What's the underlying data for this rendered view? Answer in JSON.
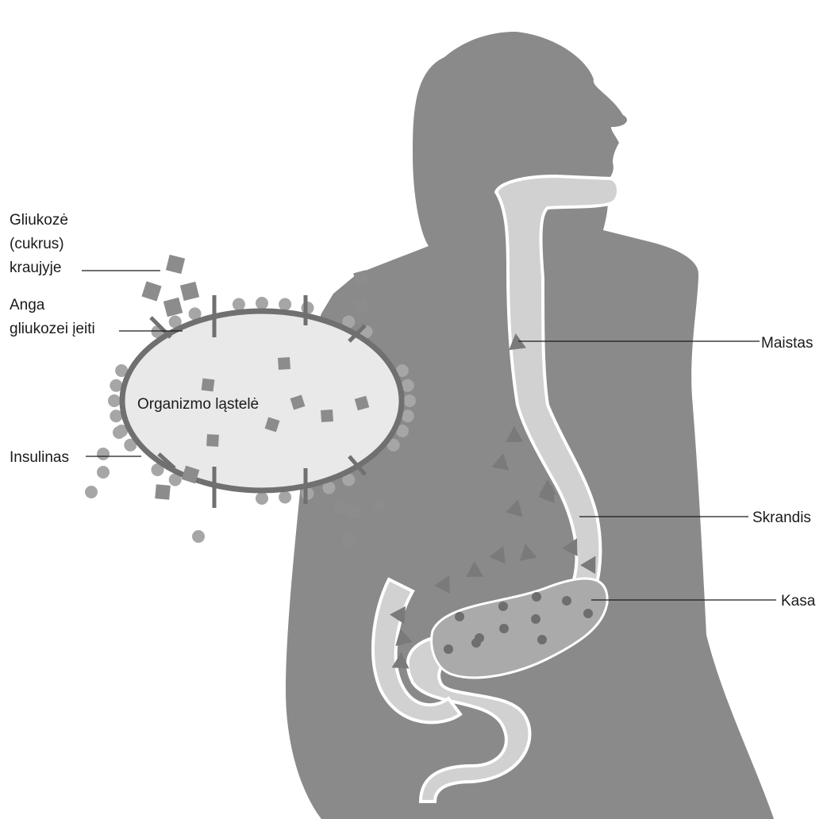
{
  "labels": {
    "glucose_line1": "Gliukozė",
    "glucose_line2": "(cukrus)",
    "glucose_line3": "kraujyje",
    "gate_line1": "Anga",
    "gate_line2": "gliukozei įeiti",
    "insulin": "Insulinas",
    "cell": "Organizmo ląstelė",
    "food": "Maistas",
    "stomach": "Skrandis",
    "pancreas": "Kasa"
  },
  "colors": {
    "body": "#8a8a8a",
    "organ_fill": "#d1d1d1",
    "organ_outline": "#ffffff",
    "pancreas": "#aaaaaa",
    "cell_fill": "#e9e9e9",
    "cell_border": "#707070",
    "insulin_dot": "#a6a6a6",
    "glucose_square": "#8c8c8c",
    "triangle": "#7a7a7a",
    "pancreas_dot": "#6e6e6e",
    "leader_line": "#1a1a1a"
  }
}
